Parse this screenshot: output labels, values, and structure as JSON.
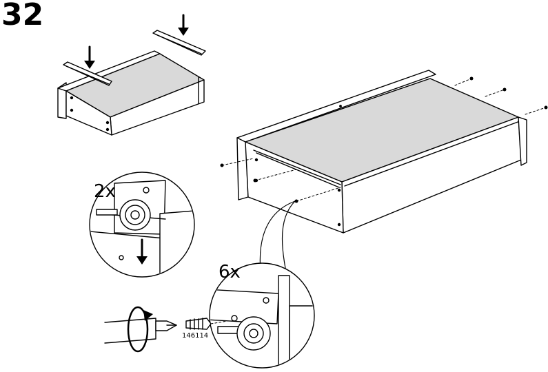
{
  "step": {
    "number": "32"
  },
  "callouts": {
    "slide_quantity": "2x",
    "screw_quantity": "6x",
    "screw_part_number": "146114"
  },
  "colors": {
    "ink": "#000000",
    "panel_fill": "#d9d9d9",
    "paper": "#ffffff"
  },
  "icons": [
    "down-arrow-icon",
    "rotate-arrow-icon",
    "screw-icon",
    "screwdriver-icon"
  ]
}
